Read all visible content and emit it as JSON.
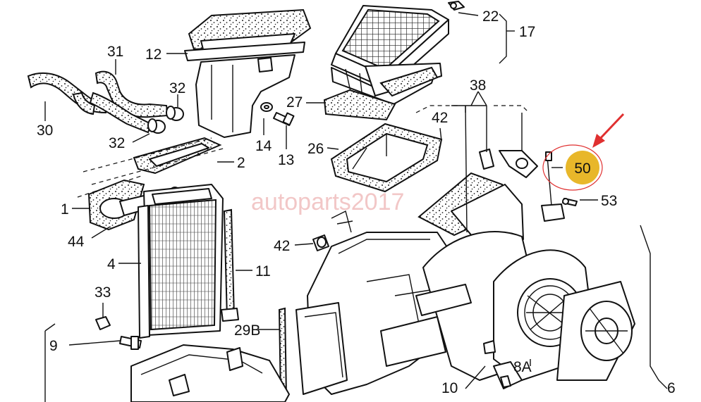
{
  "watermark": "autoparts2017",
  "highlight": {
    "label": "50",
    "circle_color": "#e8b72a",
    "arrow_color": "#e03030"
  },
  "callouts": {
    "c22": "22",
    "c17": "17",
    "c12": "12",
    "c31": "31",
    "c30": "30",
    "c32a": "32",
    "c32b": "32",
    "c27": "27",
    "c38": "38",
    "c42a": "42",
    "c14": "14",
    "c13": "13",
    "c2": "2",
    "c26": "26",
    "c1": "1",
    "c44": "44",
    "c53": "53",
    "c42b": "42",
    "c4": "4",
    "c11": "11",
    "c33": "33",
    "c9": "9",
    "c29b": "29B",
    "c8a": "8A",
    "c10": "10",
    "c6": "6"
  }
}
